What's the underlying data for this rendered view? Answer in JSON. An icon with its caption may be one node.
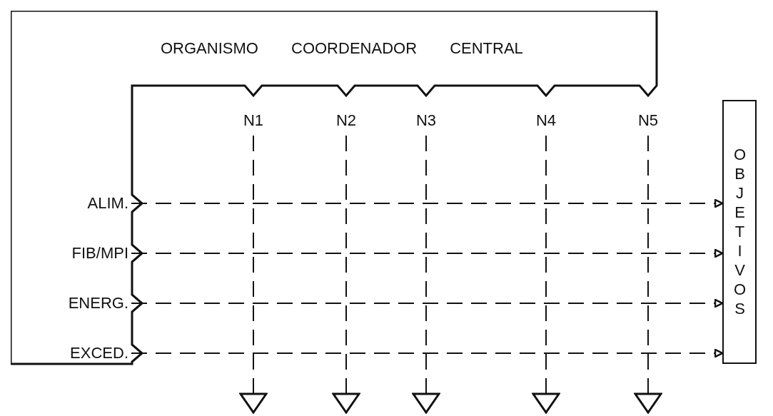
{
  "diagram": {
    "nodes": [
      {
        "text": [
          "ORGANISMO COORDENADOR CENTRAL"
        ]
      },
      {
        "text": [
          "N1"
        ]
      },
      {
        "text": [
          "N2"
        ]
      },
      {
        "text": [
          "N3"
        ]
      },
      {
        "text": [
          "N4"
        ]
      },
      {
        "text": [
          "N5"
        ]
      },
      {
        "text": [
          "ALIM."
        ],
        "in": 0
      },
      {
        "text": [
          "FIB/MPI"
        ],
        "in": 0
      },
      {
        "text": [
          "ENERG."
        ],
        "in": 0
      },
      {
        "text": [
          "EXCED."
        ],
        "in": 0
      },
      {
        "text": [
          "OBJETIVOS"
        ]
      }
    ],
    "edges": [
      {
        "from": 1,
        "to": null,
        "arrow": "to",
        "style": "dashed"
      },
      {
        "from": 2,
        "to": null,
        "arrow": "to",
        "style": "dashed"
      },
      {
        "from": 3,
        "to": null,
        "arrow": "to",
        "style": "dashed"
      },
      {
        "from": 4,
        "to": null,
        "arrow": "to",
        "style": "dashed"
      },
      {
        "from": 5,
        "to": null,
        "arrow": "to",
        "style": "dashed"
      },
      {
        "from": 6,
        "to": 10,
        "arrow": "to",
        "style": "dashed"
      },
      {
        "from": 7,
        "to": 10,
        "arrow": "to",
        "style": "dashed"
      },
      {
        "from": 8,
        "to": 10,
        "arrow": "to",
        "style": "dashed"
      },
      {
        "from": 9,
        "to": 10,
        "arrow": "to",
        "style": "dashed"
      }
    ]
  }
}
